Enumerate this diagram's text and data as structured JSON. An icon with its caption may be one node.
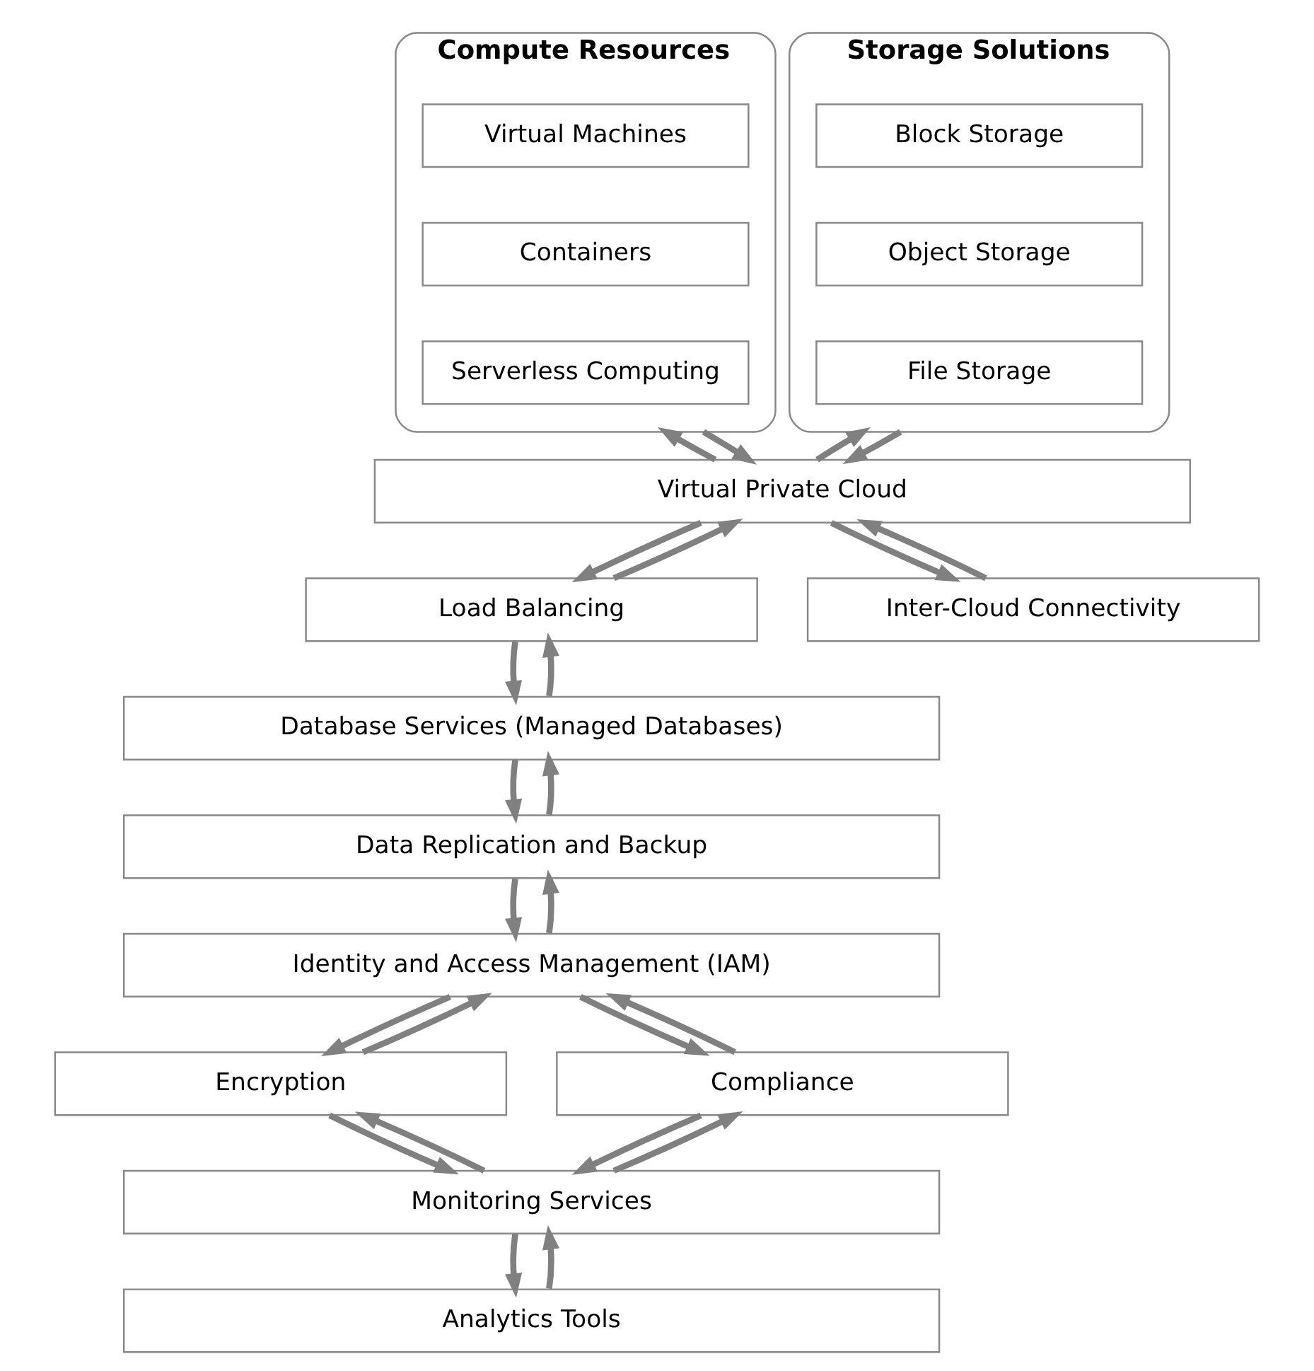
{
  "diagram": {
    "nodes": [
      {
        "text": [
          "Compute Resources"
        ]
      },
      {
        "text": [
          "Virtual Machines"
        ],
        "in": 0
      },
      {
        "text": [
          "Containers"
        ],
        "in": 0
      },
      {
        "text": [
          "Serverless Computing"
        ],
        "in": 0
      },
      {
        "text": [
          "Storage Solutions"
        ]
      },
      {
        "text": [
          "Block Storage"
        ],
        "in": 4
      },
      {
        "text": [
          "Object Storage"
        ],
        "in": 4
      },
      {
        "text": [
          "File Storage"
        ],
        "in": 4
      },
      {
        "text": [
          "Virtual Private Cloud"
        ]
      },
      {
        "text": [
          "Load Balancing"
        ]
      },
      {
        "text": [
          "Inter-Cloud Connectivity"
        ]
      },
      {
        "text": [
          "Database Services (Managed Databases)"
        ]
      },
      {
        "text": [
          "Data Replication and Backup"
        ]
      },
      {
        "text": [
          "Identity and Access Management (IAM)"
        ]
      },
      {
        "text": [
          "Encryption"
        ]
      },
      {
        "text": [
          "Compliance"
        ]
      },
      {
        "text": [
          "Monitoring Services"
        ]
      },
      {
        "text": [
          "Analytics Tools"
        ]
      }
    ],
    "edges": [
      {
        "from": 8,
        "to": 0,
        "arrow": "to"
      },
      {
        "from": 0,
        "to": 8,
        "arrow": "to"
      },
      {
        "from": 8,
        "to": 4,
        "arrow": "to"
      },
      {
        "from": 4,
        "to": 8,
        "arrow": "to"
      },
      {
        "from": 9,
        "to": 8,
        "arrow": "to"
      },
      {
        "from": 8,
        "to": 9,
        "arrow": "to"
      },
      {
        "from": 10,
        "to": 8,
        "arrow": "to"
      },
      {
        "from": 8,
        "to": 10,
        "arrow": "to"
      },
      {
        "from": 11,
        "to": 9,
        "arrow": "to"
      },
      {
        "from": 9,
        "to": 11,
        "arrow": "to"
      },
      {
        "from": 12,
        "to": 11,
        "arrow": "to"
      },
      {
        "from": 11,
        "to": 12,
        "arrow": "to"
      },
      {
        "from": 13,
        "to": 12,
        "arrow": "to"
      },
      {
        "from": 12,
        "to": 13,
        "arrow": "to"
      },
      {
        "from": 14,
        "to": 13,
        "arrow": "to"
      },
      {
        "from": 13,
        "to": 14,
        "arrow": "to"
      },
      {
        "from": 15,
        "to": 13,
        "arrow": "to"
      },
      {
        "from": 13,
        "to": 15,
        "arrow": "to"
      },
      {
        "from": 16,
        "to": 14,
        "arrow": "to"
      },
      {
        "from": 14,
        "to": 16,
        "arrow": "to"
      },
      {
        "from": 16,
        "to": 15,
        "arrow": "to"
      },
      {
        "from": 15,
        "to": 16,
        "arrow": "to"
      },
      {
        "from": 17,
        "to": 16,
        "arrow": "to"
      },
      {
        "from": 16,
        "to": 17,
        "arrow": "to"
      }
    ]
  }
}
